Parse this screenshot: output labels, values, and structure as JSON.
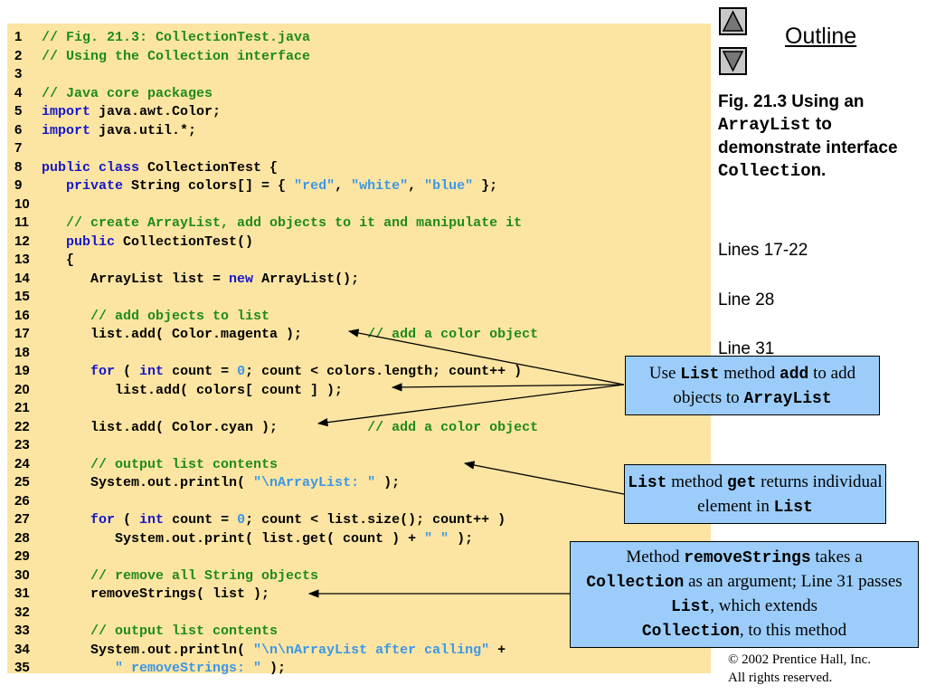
{
  "outline": {
    "label": "Outline"
  },
  "navigation": {
    "up_label": "Previous slide",
    "down_label": "Next slide"
  },
  "figure": {
    "prefix": "Fig. 21.3   Using an",
    "class_name": "ArrayList",
    "to": " to demonstrate interface",
    "interface_name": "Collection",
    "period": "."
  },
  "line_refs": [
    "Lines 17-22",
    "Line 28",
    "Line 31"
  ],
  "callouts": {
    "add": {
      "t1": "Use ",
      "c1": "List",
      "t2": " method ",
      "c2": "add",
      "t3": " to add objects to ",
      "c3": "ArrayList"
    },
    "get": {
      "c1": "List",
      "t1": " method ",
      "c2": "get",
      "t2": " returns individual element in ",
      "c3": "List"
    },
    "remove": {
      "t1": "Method ",
      "c1": "removeStrings",
      "t2": " takes a ",
      "c2": "Collection",
      "t3": " as an argument; Line 31 passes ",
      "c3": "List",
      "t4": ", which extends ",
      "c4": "Collection",
      "t5": ", to this method"
    }
  },
  "copyright": {
    "line1": "© 2002 Prentice Hall, Inc.",
    "line2": "All rights reserved."
  },
  "code_lines": [
    {
      "n": "1",
      "parts": [
        [
          "c",
          "// Fig. 21.3: CollectionTest.java"
        ]
      ]
    },
    {
      "n": "2",
      "parts": [
        [
          "c",
          "// Using the Collection interface"
        ]
      ]
    },
    {
      "n": "3",
      "parts": []
    },
    {
      "n": "4",
      "parts": [
        [
          "c",
          "// Java core packages"
        ]
      ]
    },
    {
      "n": "5",
      "parts": [
        [
          "k",
          "import"
        ],
        [
          "p",
          " java.awt.Color;"
        ]
      ]
    },
    {
      "n": "6",
      "parts": [
        [
          "k",
          "import"
        ],
        [
          "p",
          " java.util.*;"
        ]
      ]
    },
    {
      "n": "7",
      "parts": []
    },
    {
      "n": "8",
      "parts": [
        [
          "k",
          "public class"
        ],
        [
          "p",
          " CollectionTest {"
        ]
      ]
    },
    {
      "n": "9",
      "parts": [
        [
          "p",
          "   "
        ],
        [
          "k",
          "private"
        ],
        [
          "p",
          " String colors[] = { "
        ],
        [
          "s",
          "\"red\""
        ],
        [
          "p",
          ", "
        ],
        [
          "s",
          "\"white\""
        ],
        [
          "p",
          ", "
        ],
        [
          "s",
          "\"blue\""
        ],
        [
          "p",
          " };"
        ]
      ]
    },
    {
      "n": "10",
      "parts": []
    },
    {
      "n": "11",
      "parts": [
        [
          "p",
          "   "
        ],
        [
          "c",
          "// create ArrayList, add objects to it and manipulate it"
        ]
      ]
    },
    {
      "n": "12",
      "parts": [
        [
          "p",
          "   "
        ],
        [
          "k",
          "public"
        ],
        [
          "p",
          " CollectionTest()"
        ]
      ]
    },
    {
      "n": "13",
      "parts": [
        [
          "p",
          "   {"
        ]
      ]
    },
    {
      "n": "14",
      "parts": [
        [
          "p",
          "      ArrayList list = "
        ],
        [
          "k",
          "new"
        ],
        [
          "p",
          " ArrayList();"
        ]
      ]
    },
    {
      "n": "15",
      "parts": []
    },
    {
      "n": "16",
      "parts": [
        [
          "p",
          "      "
        ],
        [
          "c",
          "// add objects to list"
        ]
      ]
    },
    {
      "n": "17",
      "parts": [
        [
          "p",
          "      list.add( Color.magenta );        "
        ],
        [
          "c",
          "// add a color object"
        ]
      ]
    },
    {
      "n": "18",
      "parts": []
    },
    {
      "n": "19",
      "parts": [
        [
          "p",
          "      "
        ],
        [
          "k",
          "for"
        ],
        [
          "p",
          " ( "
        ],
        [
          "k",
          "int"
        ],
        [
          "p",
          " count = "
        ],
        [
          "s",
          "0"
        ],
        [
          "p",
          "; count < colors.length; count++ )"
        ]
      ]
    },
    {
      "n": "20",
      "parts": [
        [
          "p",
          "         list.add( colors[ count ] );"
        ]
      ]
    },
    {
      "n": "21",
      "parts": []
    },
    {
      "n": "22",
      "parts": [
        [
          "p",
          "      list.add( Color.cyan );           "
        ],
        [
          "c",
          "// add a color object"
        ]
      ]
    },
    {
      "n": "23",
      "parts": []
    },
    {
      "n": "24",
      "parts": [
        [
          "p",
          "      "
        ],
        [
          "c",
          "// output list contents"
        ]
      ]
    },
    {
      "n": "25",
      "parts": [
        [
          "p",
          "      System.out.println( "
        ],
        [
          "s",
          "\"\\nArrayList: \""
        ],
        [
          "p",
          " );"
        ]
      ]
    },
    {
      "n": "26",
      "parts": []
    },
    {
      "n": "27",
      "parts": [
        [
          "p",
          "      "
        ],
        [
          "k",
          "for"
        ],
        [
          "p",
          " ( "
        ],
        [
          "k",
          "int"
        ],
        [
          "p",
          " count = "
        ],
        [
          "s",
          "0"
        ],
        [
          "p",
          "; count < list.size(); count++ )"
        ]
      ]
    },
    {
      "n": "28",
      "parts": [
        [
          "p",
          "         System.out.print( list.get( count ) + "
        ],
        [
          "s",
          "\" \""
        ],
        [
          "p",
          " );"
        ]
      ]
    },
    {
      "n": "29",
      "parts": []
    },
    {
      "n": "30",
      "parts": [
        [
          "p",
          "      "
        ],
        [
          "c",
          "// remove all String objects"
        ]
      ]
    },
    {
      "n": "31",
      "parts": [
        [
          "p",
          "      removeStrings( list );"
        ]
      ]
    },
    {
      "n": "32",
      "parts": []
    },
    {
      "n": "33",
      "parts": [
        [
          "p",
          "      "
        ],
        [
          "c",
          "// output list contents"
        ]
      ]
    },
    {
      "n": "34",
      "parts": [
        [
          "p",
          "      System.out.println( "
        ],
        [
          "s",
          "\"\\n\\nArrayList after calling\""
        ],
        [
          "p",
          " +"
        ]
      ]
    },
    {
      "n": "35",
      "parts": [
        [
          "p",
          "         "
        ],
        [
          "s",
          "\" removeStrings: \""
        ],
        [
          "p",
          " );"
        ]
      ]
    }
  ]
}
